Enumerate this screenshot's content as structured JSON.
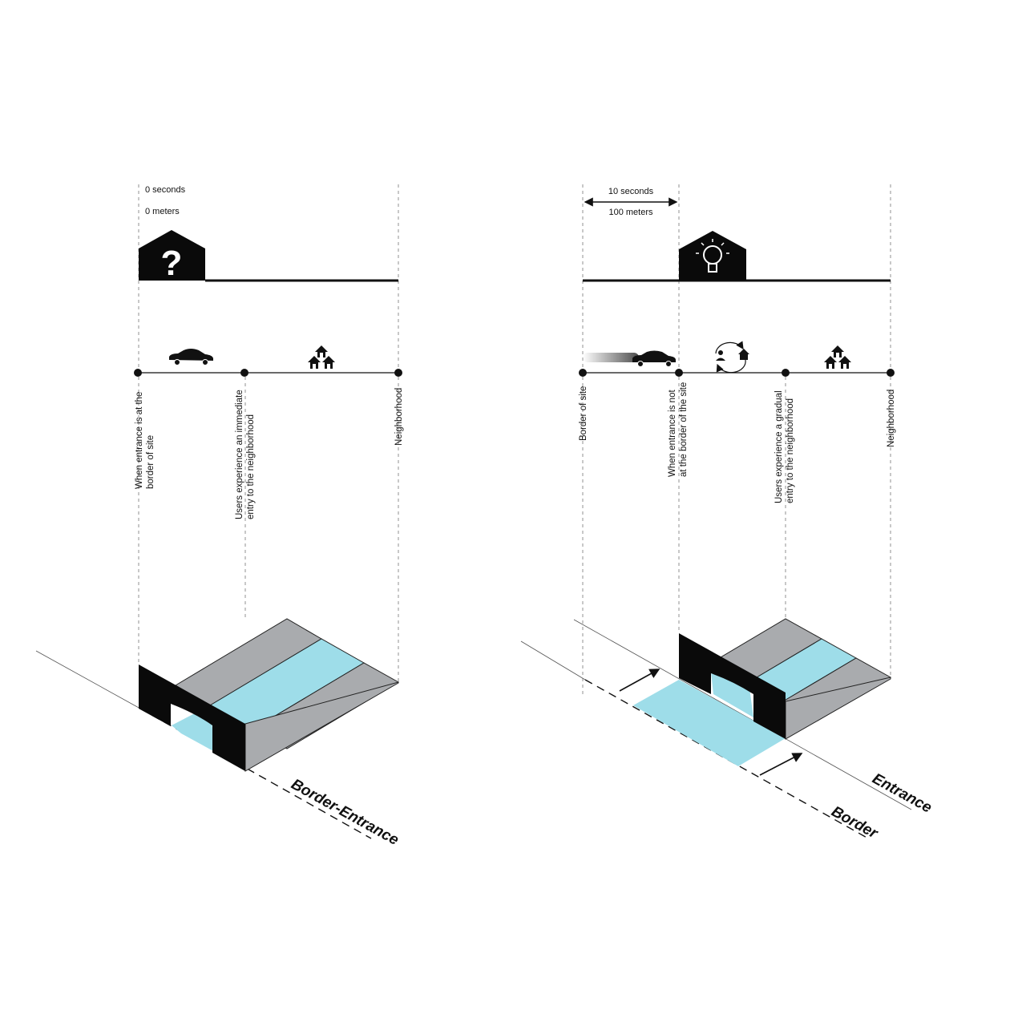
{
  "colors": {
    "water": "#9edde9",
    "gray": "#a9abae",
    "black": "#0a0a0a",
    "line": "#111111"
  },
  "left": {
    "time_label": "0 seconds",
    "distance_label": "0 meters",
    "house_icon": "question-mark-house-icon",
    "icons": [
      "car-icon",
      "houses-icon"
    ],
    "point_labels": [
      [
        "When entrance is at the",
        "border of site"
      ],
      [
        "Users experience an immediate",
        "entry to the neighborhood"
      ],
      [
        "Neighborhood"
      ]
    ],
    "caption": "Border-Entrance"
  },
  "right": {
    "time_label": "10 seconds",
    "distance_label": "100 meters",
    "house_icon": "lightbulb-house-icon",
    "icons": [
      "moving-car-icon",
      "person-cycle-house-icon",
      "houses-icon"
    ],
    "point_labels": [
      [
        "Border of site"
      ],
      [
        "When entrance is not",
        "at the border of the site"
      ],
      [
        "Users experience a gradual",
        "entry to the neighborhood"
      ],
      [
        "Neighborhood"
      ]
    ],
    "caption_entrance": "Entrance",
    "caption_border": "Border"
  }
}
